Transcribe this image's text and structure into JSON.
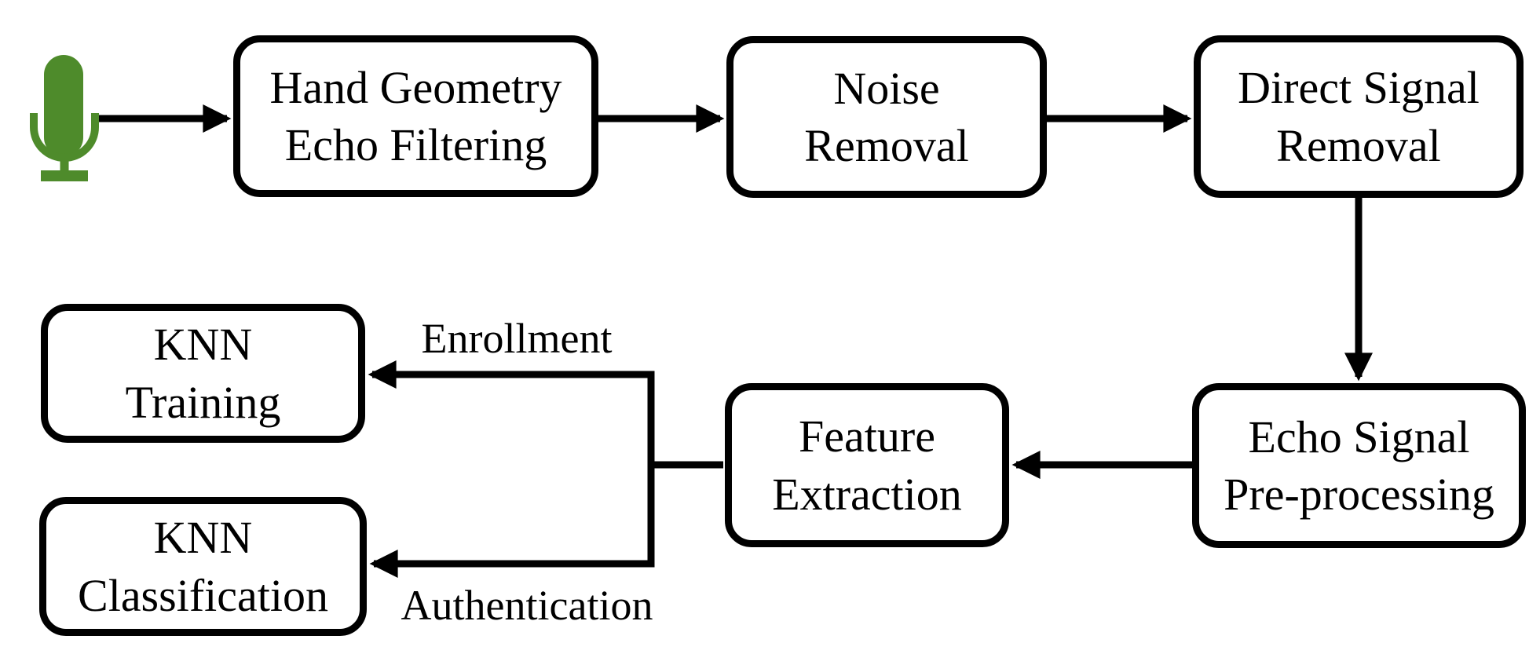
{
  "diagram_type": "flowchart",
  "colors": {
    "microphone_green": "#4e8b2b",
    "stroke_black": "#000000",
    "background": "#ffffff"
  },
  "icons": {
    "microphone": "microphone-icon"
  },
  "nodes": [
    {
      "id": "hand-geometry-echo-filtering",
      "line1": "Hand Geometry",
      "line2": "Echo Filtering"
    },
    {
      "id": "noise-removal",
      "line1": "Noise",
      "line2": "Removal"
    },
    {
      "id": "direct-signal-removal",
      "line1": "Direct Signal",
      "line2": "Removal"
    },
    {
      "id": "echo-signal-pre-processing",
      "line1": "Echo Signal",
      "line2": "Pre-processing"
    },
    {
      "id": "feature-extraction",
      "line1": "Feature",
      "line2": "Extraction"
    },
    {
      "id": "knn-training",
      "line1": "KNN",
      "line2": "Training"
    },
    {
      "id": "knn-classification",
      "line1": "KNN",
      "line2": "Classification"
    }
  ],
  "edges": [
    {
      "from": "microphone",
      "to": "hand-geometry-echo-filtering",
      "label": ""
    },
    {
      "from": "hand-geometry-echo-filtering",
      "to": "noise-removal",
      "label": ""
    },
    {
      "from": "noise-removal",
      "to": "direct-signal-removal",
      "label": ""
    },
    {
      "from": "direct-signal-removal",
      "to": "echo-signal-pre-processing",
      "label": ""
    },
    {
      "from": "echo-signal-pre-processing",
      "to": "feature-extraction",
      "label": ""
    },
    {
      "from": "feature-extraction",
      "to": "knn-training",
      "label": "Enrollment"
    },
    {
      "from": "feature-extraction",
      "to": "knn-classification",
      "label": "Authentication"
    }
  ]
}
